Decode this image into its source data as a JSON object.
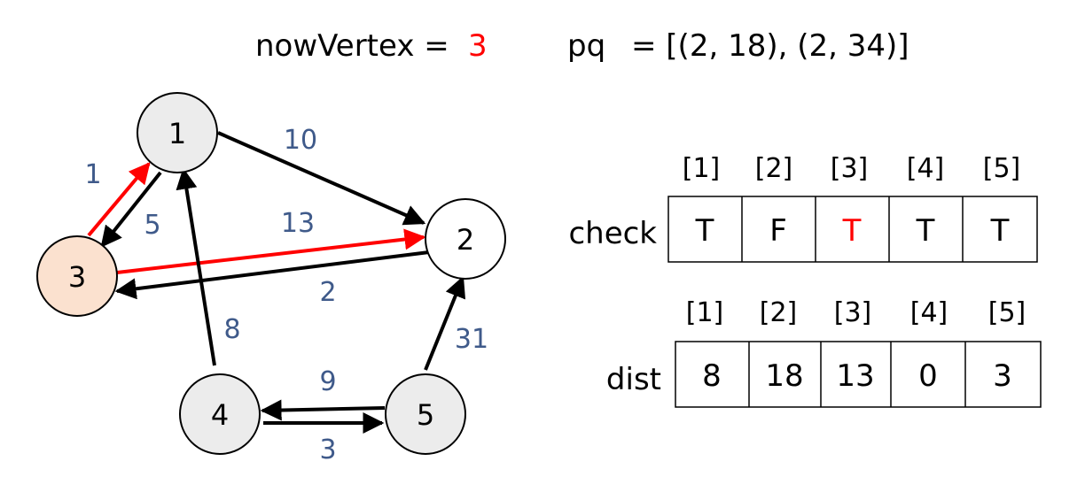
{
  "header": {
    "now_vertex_label": "nowVertex =",
    "now_vertex_value": "3",
    "pq_label": "pq",
    "pq_value": "= [(2, 18), (2, 34)]"
  },
  "graph": {
    "nodes": [
      {
        "id": "1",
        "label": "1",
        "fill": "#ececec"
      },
      {
        "id": "2",
        "label": "2",
        "fill": "#ffffff"
      },
      {
        "id": "3",
        "label": "3",
        "fill": "#fbe1cf"
      },
      {
        "id": "4",
        "label": "4",
        "fill": "#ececec"
      },
      {
        "id": "5",
        "label": "5",
        "fill": "#ececec"
      }
    ],
    "edges": [
      {
        "from": "3",
        "to": "1",
        "weight": "1",
        "highlight": true
      },
      {
        "from": "1",
        "to": "3",
        "weight": "5",
        "highlight": false
      },
      {
        "from": "1",
        "to": "2",
        "weight": "10",
        "highlight": false
      },
      {
        "from": "3",
        "to": "2",
        "weight": "13",
        "highlight": true
      },
      {
        "from": "2",
        "to": "3",
        "weight": "2",
        "highlight": false
      },
      {
        "from": "4",
        "to": "1",
        "weight": "8",
        "highlight": false
      },
      {
        "from": "5",
        "to": "2",
        "weight": "31",
        "highlight": false
      },
      {
        "from": "5",
        "to": "4",
        "weight": "9",
        "highlight": false
      },
      {
        "from": "4",
        "to": "5",
        "weight": "3",
        "highlight": false
      }
    ]
  },
  "check_table": {
    "label": "check",
    "headers": [
      "[1]",
      "[2]",
      "[3]",
      "[4]",
      "[5]"
    ],
    "values": [
      "T",
      "F",
      "T",
      "T",
      "T"
    ],
    "highlight_index": 2
  },
  "dist_table": {
    "label": "dist",
    "headers": [
      "[1]",
      "[2]",
      "[3]",
      "[4]",
      "[5]"
    ],
    "values": [
      "8",
      "18",
      "13",
      "0",
      "3"
    ]
  },
  "colors": {
    "highlight": "#ff0000",
    "weight_text": "#3f5a8a",
    "default_edge": "#000000"
  }
}
